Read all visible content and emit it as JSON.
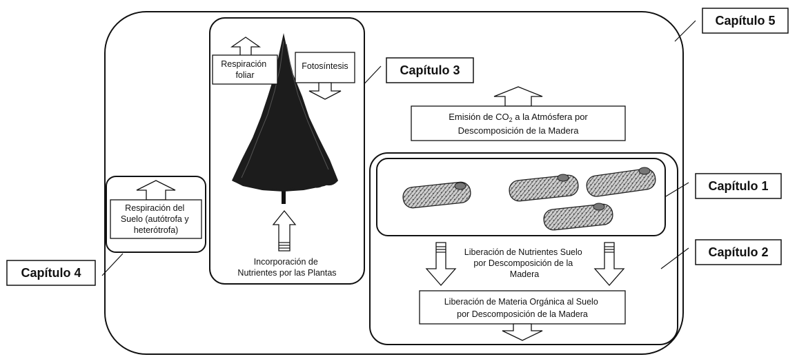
{
  "chapters": {
    "c1": "Capítulo 1",
    "c2": "Capítulo 2",
    "c3": "Capítulo 3",
    "c4": "Capítulo 4",
    "c5": "Capítulo 5"
  },
  "labels": {
    "respiracion_foliar": [
      "Respiración",
      "foliar"
    ],
    "fotosintesis": "Fotosíntesis",
    "emision_co2": {
      "line1_a": "Emisión de CO",
      "line1_sub": "2",
      "line1_b": " a la Atmósfera por",
      "line2": "Descomposición de la Madera"
    },
    "respiracion_suelo": [
      "Respiración del",
      "Suelo (autótrofa y",
      "heterótrofa)"
    ],
    "incorporacion": [
      "Incorporación de",
      "Nutrientes por las Plantas"
    ],
    "liberacion_nutrientes": [
      "Liberación de Nutrientes Suelo",
      "por Descomposición de la",
      "Madera"
    ],
    "liberacion_materia": [
      "Liberación de Materia Orgánica al Suelo",
      "por Descomposición de la Madera"
    ]
  },
  "colors": {
    "stroke": "#111111",
    "fill": "#ffffff"
  }
}
